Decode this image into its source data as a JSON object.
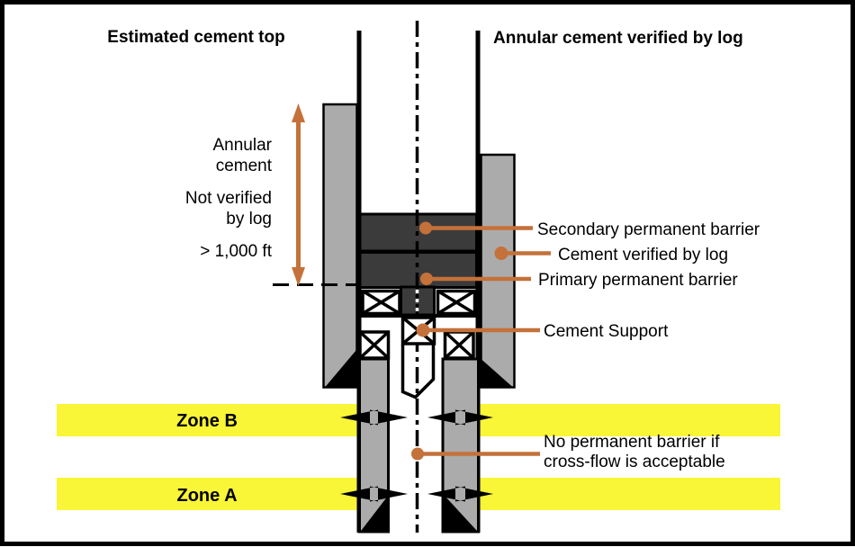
{
  "titles": {
    "left": "Estimated cement top",
    "right": "Annular cement verified by log"
  },
  "left_annotations": {
    "annular_cement": "Annular\ncement",
    "not_verified": "Not verified\nby log",
    "distance": "> 1,000 ft"
  },
  "callouts": {
    "secondary_barrier": "Secondary permanent barrier",
    "cement_verified": "Cement verified by log",
    "primary_barrier": "Primary permanent barrier",
    "cement_support": "Cement Support",
    "no_barrier": "No permanent barrier if\ncross-flow is acceptable"
  },
  "zones": {
    "zone_b": "Zone B",
    "zone_a": "Zone A"
  },
  "colors": {
    "accent_orange": "#C4713A",
    "zone_yellow": "#F9F537",
    "casing_gray": "#ABABAB",
    "barrier_dark": "#3B3B3B",
    "line_black": "#000000",
    "background": "#FFFFFF"
  }
}
